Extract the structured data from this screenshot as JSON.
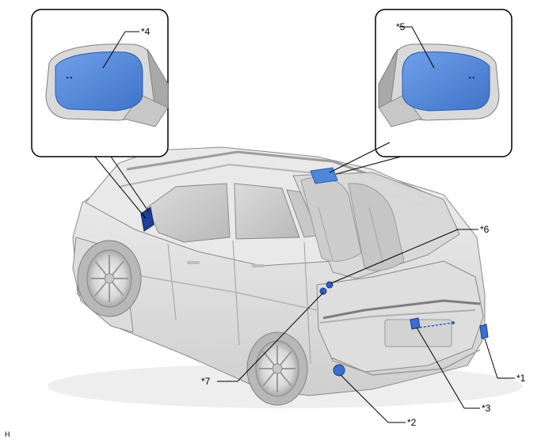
{
  "callouts": {
    "c1": "*1",
    "c2": "*2",
    "c3": "*3",
    "c4": "*4",
    "c5": "*5",
    "c6": "*6",
    "c7": "*7"
  },
  "corner_code": "H",
  "colors": {
    "highlight_blue": "#4f86d9",
    "highlight_dark": "#1e3f96",
    "body_gray": "#e2e2e2",
    "outline": "#8a8a8a"
  }
}
